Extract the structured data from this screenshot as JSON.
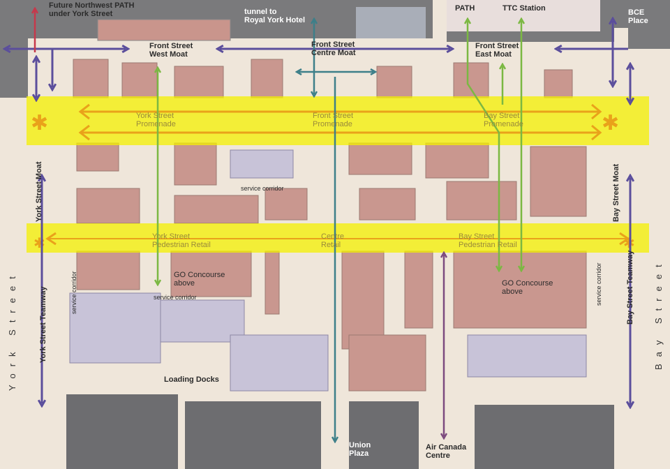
{
  "labels": {
    "future_path": "Future Northwest PATH",
    "future_path_2": "under York Street",
    "tunnel": "tunnel to",
    "tunnel_2": "Royal York Hotel",
    "path": "PATH",
    "ttc": "TTC Station",
    "bce": "BCE",
    "bce_2": "Place",
    "fs_west": "Front Street",
    "fs_west_2": "West Moat",
    "fs_centre": "Front Street",
    "fs_centre_2": "Centre Moat",
    "fs_east": "Front Street",
    "fs_east_2": "East Moat",
    "york_prom": "York Street",
    "york_prom_2": "Promenade",
    "front_prom": "Front Street",
    "front_prom_2": "Promenade",
    "bay_prom": "Bay Street",
    "bay_prom_2": "Promenade",
    "york_moat": "York Street Moat",
    "bay_moat": "Bay Street Moat",
    "service_corridor_top": "service corridor",
    "york_retail": "York Street",
    "york_retail_2": "Pedestrian Retail",
    "centre_retail": "Centre",
    "centre_retail_2": "Retail",
    "bay_retail": "Bay Street",
    "bay_retail_2": "Pedestrian Retail",
    "go_west": "GO Concourse",
    "go_west_2": "above",
    "go_east": "GO Concourse",
    "go_east_2": "above",
    "service_corridor_mid": "service corridor",
    "service_corridor_left": "service corridor",
    "service_corridor_right": "service corridor",
    "york_teamway": "York Street Teamway",
    "bay_teamway": "Bay Street Teamway",
    "loading_docks": "Loading Docks",
    "union_plaza": "Union",
    "union_plaza_2": "Plaza",
    "air_canada": "Air Canada",
    "air_canada_2": "Centre",
    "york_street": "York Street",
    "bay_street": "Bay Street"
  },
  "colors": {
    "purple": "#5b4e9c",
    "green": "#7bb842",
    "teal": "#3d7f89",
    "red": "#c6384b",
    "plum": "#7c4a7e",
    "yellow": "#f4f000",
    "orange": "#e9a21a"
  }
}
